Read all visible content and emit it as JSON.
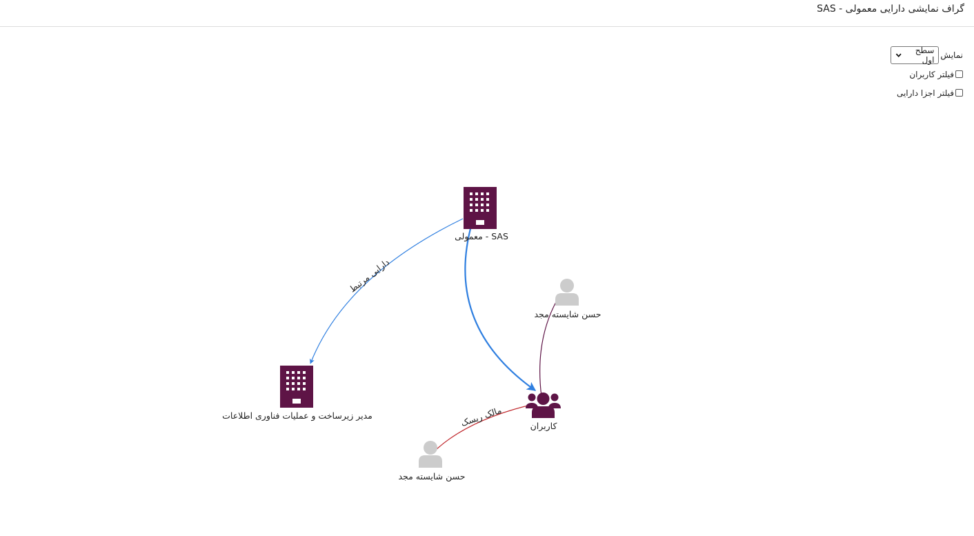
{
  "header": {
    "title": "گراف نمایشی دارایی معمولی - SAS"
  },
  "controls": {
    "display_label": "نمایش",
    "level_select_value": "سطح اول",
    "filter_users_label": "فیلتر کاربران",
    "filter_users_checked": false,
    "filter_asset_parts_label": "فیلتر اجزا دارایی",
    "filter_asset_parts_checked": false
  },
  "graph": {
    "colors": {
      "building": "#5e1446",
      "users": "#5e1446",
      "person": "#cccccc",
      "edge_blue": "#2f7fe0",
      "edge_maroon": "#5e1446",
      "edge_red": "#c0282d"
    },
    "nodes": [
      {
        "id": "main",
        "icon": "building-icon",
        "label": "معمولی - SAS"
      },
      {
        "id": "infra",
        "icon": "building-icon",
        "label": "مدیر زیرساخت و عملیات فناوری اطلاعات"
      },
      {
        "id": "users",
        "icon": "users-group-icon",
        "label": "کاربران"
      },
      {
        "id": "person_top",
        "icon": "person-icon",
        "label": "حسن شایسته مجد"
      },
      {
        "id": "person_bottom",
        "icon": "person-icon",
        "label": "حسن شایسته مجد"
      }
    ],
    "edges": [
      {
        "from": "main",
        "to": "infra",
        "label": "دارایی مرتبط"
      },
      {
        "from": "main",
        "to": "users",
        "label": ""
      },
      {
        "from": "person_top",
        "to": "users",
        "label": ""
      },
      {
        "from": "person_bottom",
        "to": "users",
        "label": "مالک ریسک"
      }
    ]
  }
}
